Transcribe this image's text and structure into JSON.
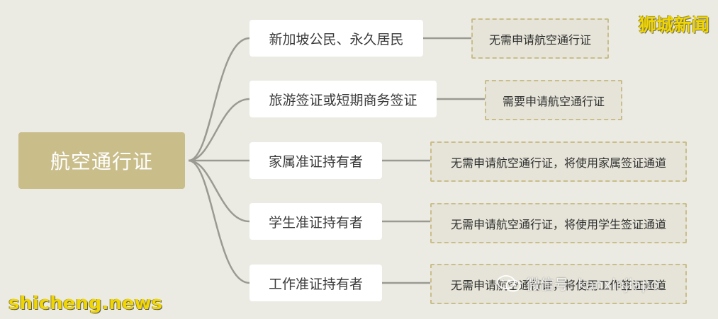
{
  "root": {
    "label": "航空通行证"
  },
  "branches": [
    {
      "label": "新加坡公民、永久居民",
      "result": "无需申请航空通行证"
    },
    {
      "label": "旅游签证或短期商务签证",
      "result": "需要申请航空通行证"
    },
    {
      "label": "家属准证持有者",
      "result": "无需申请航空通行证，将使用家属签证通道"
    },
    {
      "label": "学生准证持有者",
      "result": "无需申请航空通行证，将使用学生签证通道"
    },
    {
      "label": "工作准证持有者",
      "result": "无需申请航空通行证，将使用工作签证通道"
    }
  ],
  "watermarks": {
    "brand_cn": "狮城新闻",
    "brand_en": "shicheng.news",
    "wechat": "微信号: kanxinjiapo",
    "wechat_icon": "wechat-icon"
  },
  "colors": {
    "background": "#ebebe3",
    "root_fill": "#c9bd8a",
    "leaf_border": "#c9bd8a",
    "connector": "#9a9a92",
    "brand": "#f2d600"
  }
}
